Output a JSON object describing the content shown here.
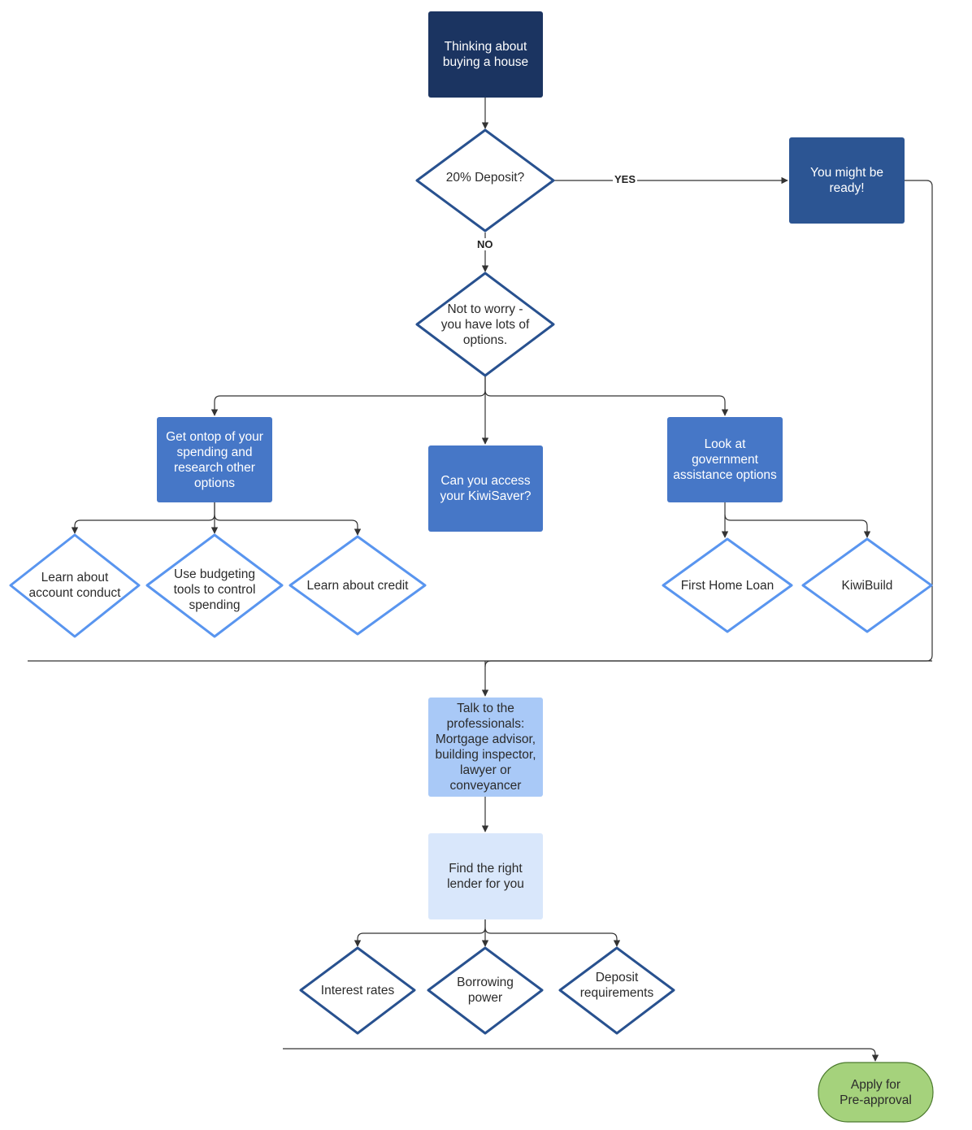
{
  "nodes": {
    "start": "Thinking about\nbuying a house",
    "deposit_decision": "20% Deposit?",
    "ready": "You might be\nready!",
    "options": "Not to worry -\nyou have lots of\noptions.",
    "spending": "Get ontop of your\nspending and\nresearch other\noptions",
    "kiwisaver": "Can you access\nyour KiwiSaver?",
    "government": "Look at\ngovernment\nassistance options",
    "account_conduct": "Learn about\naccount conduct",
    "budgeting_tools": "Use budgeting\ntools to control\nspending",
    "credit": "Learn about credit",
    "first_home_loan": "First Home Loan",
    "kiwibuild": "KiwiBuild",
    "professionals": "Talk to the\nprofessionals:\nMortgage advisor,\nbuilding inspector,\nlawyer or\nconveyancer",
    "lender": "Find the right\nlender for you",
    "interest_rates": "Interest rates",
    "borrowing_power": "Borrowing\npower",
    "deposit_requirements": "Deposit\nrequirements",
    "apply": "Apply for\nPre-approval"
  },
  "edge_labels": {
    "yes": "YES",
    "no": "NO"
  },
  "colors": {
    "navy": "#1b3461",
    "dark_blue": "#2c5593",
    "medium_blue": "#4677c7",
    "light_blue": "#a9c9f7",
    "pale_blue": "#d9e7fb",
    "diamond_navy_stroke": "#28518f",
    "diamond_light_stroke": "#5995ef",
    "green_fill": "#a5d27c",
    "green_stroke": "#4c7a2e",
    "line": "#333333"
  }
}
